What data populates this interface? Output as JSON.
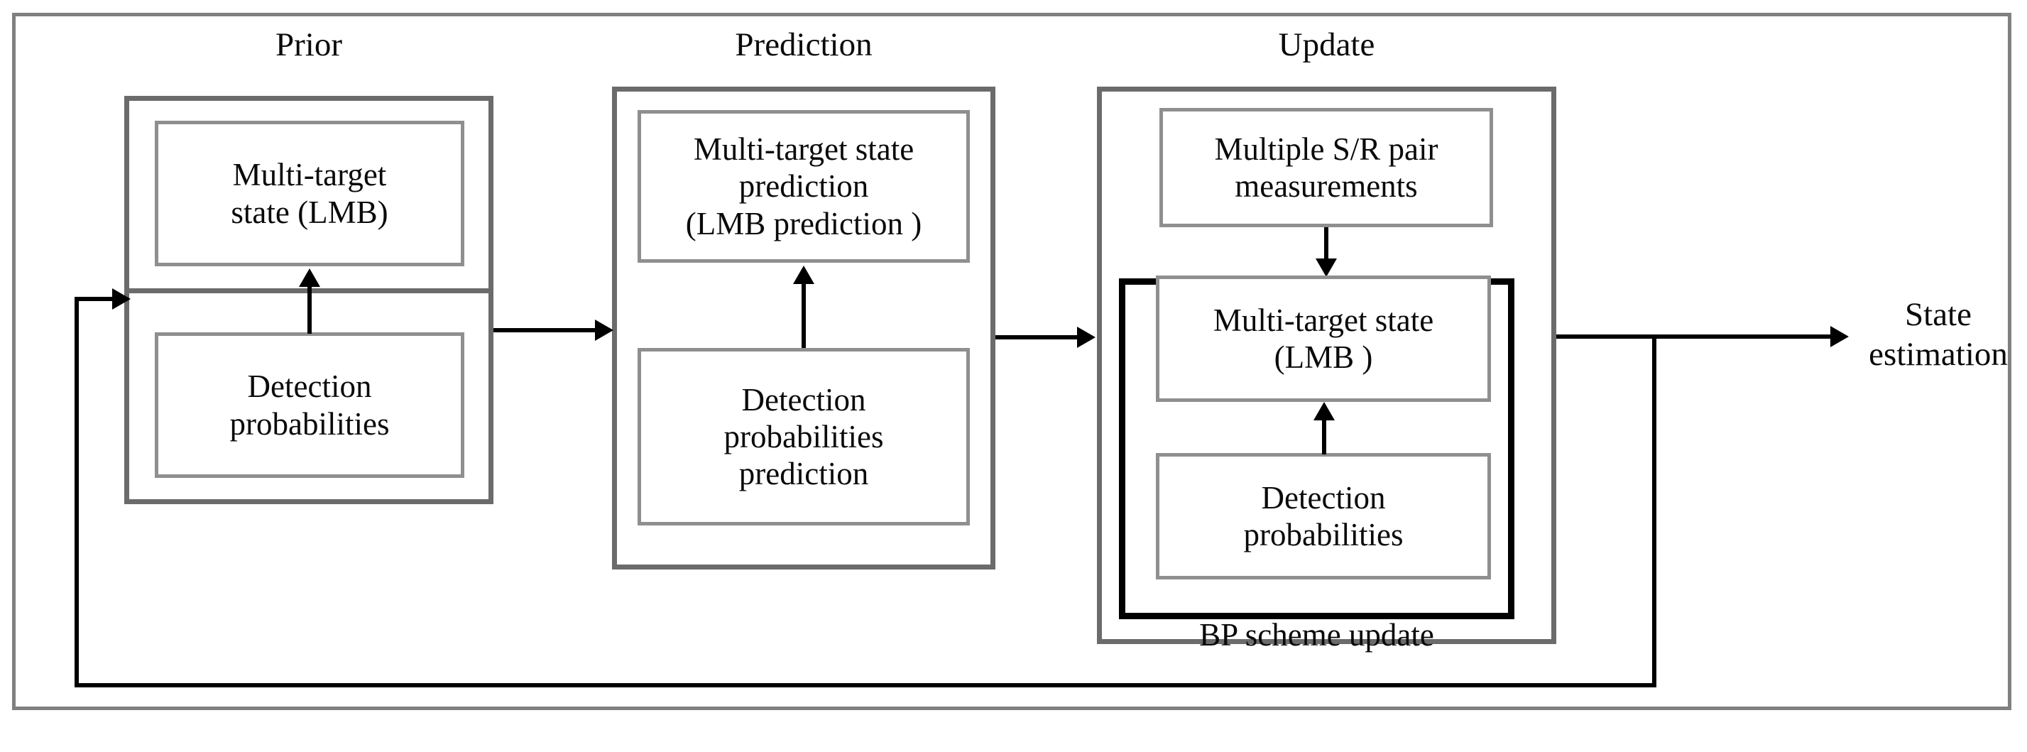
{
  "diagram": {
    "title_prior": "Prior",
    "title_prediction": "Prediction",
    "title_update": "Update",
    "colors": {
      "outer_frame": "#808080",
      "stage_border": "#6b6b6b",
      "leaf_border": "#8f8f8f",
      "bp_border": "#000000",
      "text": "#0a0a0a",
      "background": "#ffffff"
    },
    "prior": {
      "label": "Prior",
      "boxes": [
        {
          "id": "prior-state",
          "text": "Multi-target\nstate (LMB)"
        },
        {
          "id": "prior-detection",
          "text": "Detection\nprobabilities"
        }
      ]
    },
    "prediction": {
      "label": "Prediction",
      "boxes": [
        {
          "id": "prediction-state",
          "text": "Multi-target  state\nprediction\n(LMB prediction )"
        },
        {
          "id": "prediction-detection",
          "text": "Detection\nprobabilities\nprediction"
        }
      ]
    },
    "update": {
      "label": "Update",
      "measurements": {
        "id": "update-measurements",
        "text": "Multiple S/R pair\nmeasurements"
      },
      "bp_scheme_label": "BP scheme  update",
      "bp_boxes": [
        {
          "id": "update-state",
          "text": "Multi-target  state\n(LMB )"
        },
        {
          "id": "update-detection",
          "text": "Detection\nprobabilities"
        }
      ]
    },
    "output": {
      "label": "State\nestimation"
    },
    "connectors": [
      {
        "id": "feedback-loop",
        "from": "update-output",
        "to": "prior",
        "type": "feedback"
      },
      {
        "id": "prior-to-prediction",
        "type": "arrow-right"
      },
      {
        "id": "prediction-to-update",
        "type": "arrow-right"
      },
      {
        "id": "update-to-output",
        "type": "arrow-right"
      },
      {
        "id": "prior-detection-to-state",
        "type": "arrow-up"
      },
      {
        "id": "prediction-detection-to-state",
        "type": "arrow-up"
      },
      {
        "id": "update-detection-to-state",
        "type": "arrow-up"
      },
      {
        "id": "measurements-to-state",
        "type": "arrow-down"
      }
    ]
  }
}
